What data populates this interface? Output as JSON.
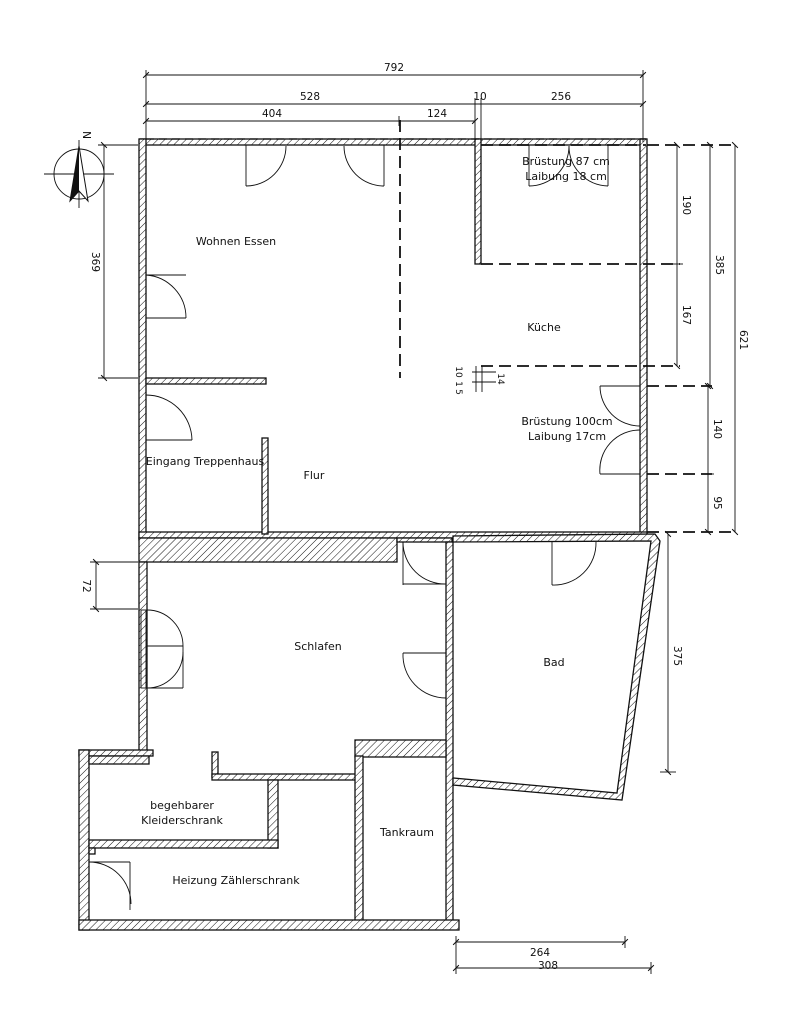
{
  "rooms": {
    "wohnen_essen": "Wohnen Essen",
    "kueche": "Küche",
    "eingang": "Eingang Treppenhaus",
    "flur": "Flur",
    "schlafen": "Schlafen",
    "bad": "Bad",
    "kleiderschrank_1": "begehbarer",
    "kleiderschrank_2": "Kleiderschrank",
    "heizung": "Heizung Zählerschrank",
    "tankraum": "Tankraum"
  },
  "notes": {
    "window_top_1": "Brüstung 87 cm",
    "window_top_2": "Laibung 18 cm",
    "window_right_1": "Brüstung 100cm",
    "window_right_2": "Laibung   17cm"
  },
  "dimensions": {
    "total_width": "792",
    "left_width": "528",
    "gap": "10",
    "right_width": "256",
    "sub_left": "404",
    "sub_mid": "124",
    "left_height": "369",
    "r_190": "190",
    "r_167": "167",
    "r_140": "140",
    "r_95": "95",
    "r_385": "385",
    "r_621": "621",
    "bath_height": "375",
    "left_72": "72",
    "bottom_264": "264",
    "bottom_308": "308",
    "small_14": "14",
    "small_10": "10",
    "small_1": "1",
    "small_5": "5"
  },
  "compass": {
    "north_label": "N",
    "icon": "north-arrow-icon"
  }
}
